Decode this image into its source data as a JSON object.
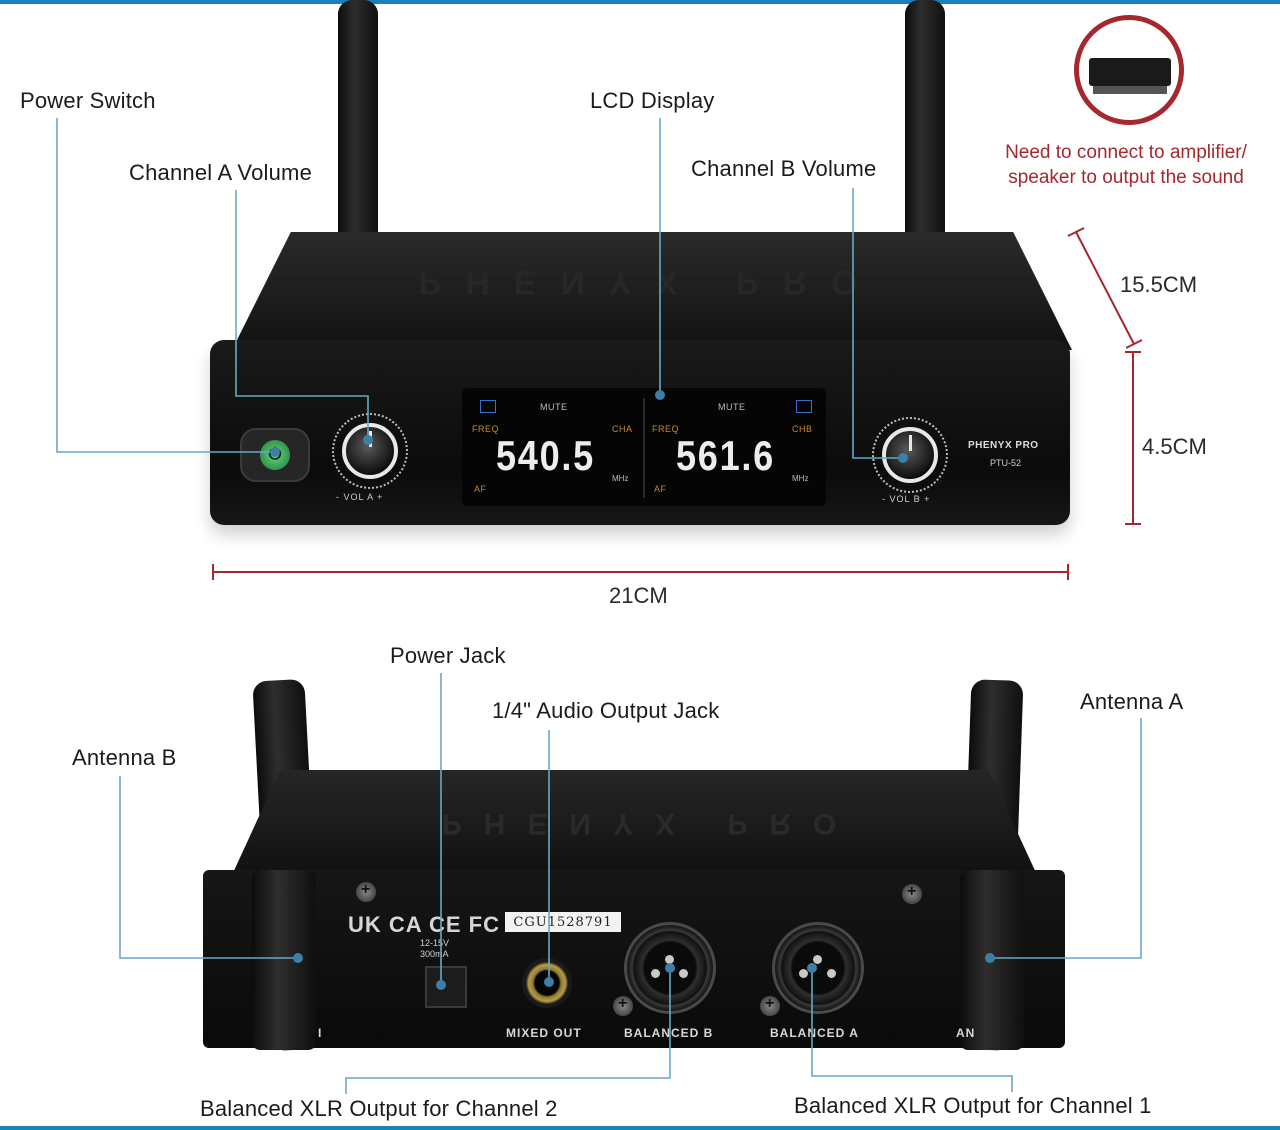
{
  "callouts": {
    "power_switch": "Power Switch",
    "channel_a_volume": "Channel A Volume",
    "lcd_display": "LCD Display",
    "channel_b_volume": "Channel B Volume",
    "power_jack": "Power Jack",
    "audio_output_jack": "1/4\" Audio Output Jack",
    "antenna_a": "Antenna A",
    "antenna_b": "Antenna B",
    "xlr_channel_2": "Balanced XLR Output for Channel 2",
    "xlr_channel_1": "Balanced XLR Output for Channel 1"
  },
  "note": {
    "line1": "Need to connect to amplifier/",
    "line2": "speaker to output the sound"
  },
  "dimensions": {
    "depth": "15.5CM",
    "height": "4.5CM",
    "width": "21CM"
  },
  "front_panel": {
    "brand": "PHENYX PRO",
    "model": "PTU-52",
    "vol_a_label": "- VOL A +",
    "vol_b_label": "- VOL B +",
    "lcd": {
      "channel_a": {
        "tag_freq": "FREQ",
        "tag_mute": "MUTE",
        "tag_ch": "CHA",
        "tag_af": "AF",
        "frequency": "540.5",
        "unit": "MHz"
      },
      "channel_b": {
        "tag_freq": "FREQ",
        "tag_mute": "MUTE",
        "tag_ch": "CHB",
        "tag_af": "AF",
        "frequency": "561.6",
        "unit": "MHz"
      }
    }
  },
  "rear_panel": {
    "serial": "CGU1528791",
    "certifications": "UK CA CE FC",
    "power_spec_line1": "12-15V",
    "power_spec_line2": "300mA",
    "port_mixed_out": "MIXED OUT",
    "port_balanced_b": "BALANCED B",
    "port_balanced_a": "BALANCED A",
    "port_antenna_fragment": "AN",
    "port_left_fragment": "I"
  },
  "colors": {
    "accent_line": "#1a82b8",
    "note_red": "#a5282e",
    "dimension_red": "#a5282e",
    "power_led": "#4fcf6a",
    "lcd_amber": "#c78a23"
  }
}
